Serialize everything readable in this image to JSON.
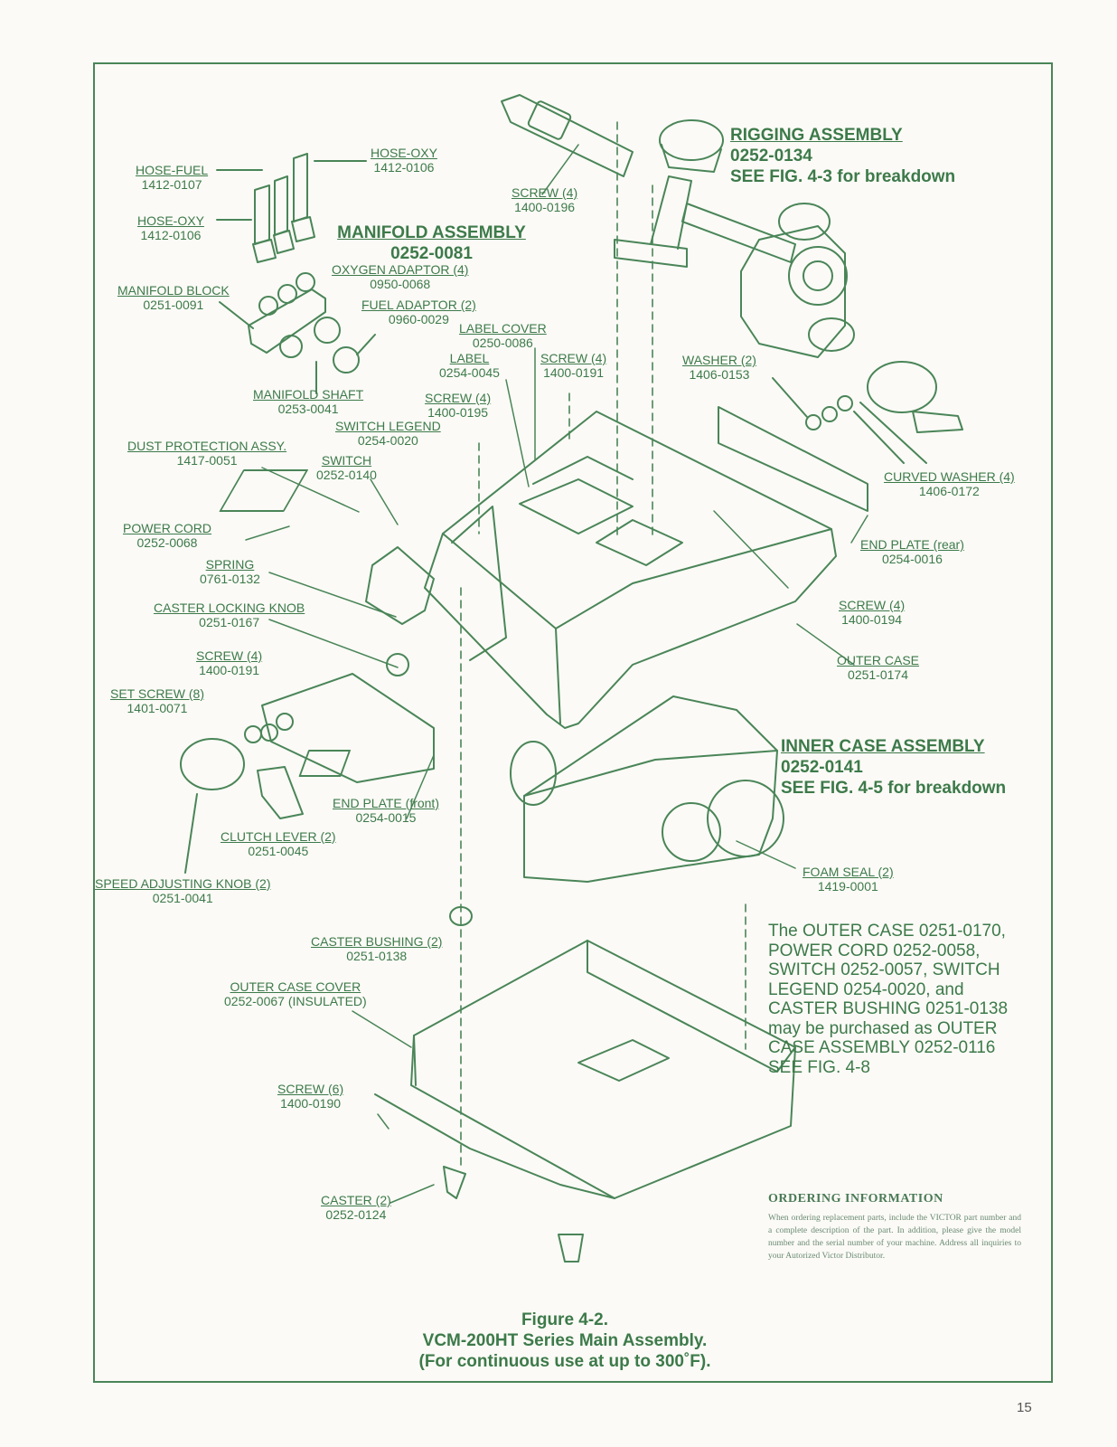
{
  "labels": {
    "hose_fuel": {
      "name": "HOSE-FUEL",
      "code": "1412-0107"
    },
    "hose_oxy_top": {
      "name": "HOSE-OXY",
      "code": "1412-0106"
    },
    "hose_oxy_left": {
      "name": "HOSE-OXY",
      "code": "1412-0106"
    },
    "manifold_block": {
      "name": "MANIFOLD BLOCK",
      "code": "0251-0091"
    },
    "oxygen_adaptor": {
      "name": "OXYGEN ADAPTOR (4)",
      "code": "0950-0068"
    },
    "fuel_adaptor": {
      "name": "FUEL ADAPTOR (2)",
      "code": "0960-0029"
    },
    "manifold_shaft": {
      "name": "MANIFOLD SHAFT",
      "code": "0253-0041"
    },
    "label_cover": {
      "name": "LABEL COVER",
      "code": "0250-0086"
    },
    "label": {
      "name": "LABEL",
      "code": "0254-0045"
    },
    "screw_top_mid": {
      "name": "SCREW (4)",
      "code": "1400-0191"
    },
    "screw_top_rig": {
      "name": "SCREW (4)",
      "code": "1400-0196"
    },
    "screw_195": {
      "name": "SCREW (4)",
      "code": "1400-0195"
    },
    "switch_legend": {
      "name": "SWITCH LEGEND",
      "code": "0254-0020"
    },
    "dust_protection": {
      "name": "DUST PROTECTION ASSY.",
      "code": "1417-0051"
    },
    "switch": {
      "name": "SWITCH",
      "code": "0252-0140"
    },
    "power_cord": {
      "name": "POWER CORD",
      "code": "0252-0068"
    },
    "spring": {
      "name": "SPRING",
      "code": "0761-0132"
    },
    "caster_locking_knob": {
      "name": "CASTER LOCKING KNOB",
      "code": "0251-0167"
    },
    "screw_left": {
      "name": "SCREW (4)",
      "code": "1400-0191"
    },
    "set_screw": {
      "name": "SET SCREW (8)",
      "code": "1401-0071"
    },
    "end_plate_front": {
      "name": "END PLATE (front)",
      "code": "0254-0015"
    },
    "clutch_lever": {
      "name": "CLUTCH LEVER (2)",
      "code": "0251-0045"
    },
    "speed_knob": {
      "name": "SPEED ADJUSTING KNOB (2)",
      "code": "0251-0041"
    },
    "washer": {
      "name": "WASHER (2)",
      "code": "1406-0153"
    },
    "curved_washer": {
      "name": "CURVED WASHER (4)",
      "code": "1406-0172"
    },
    "end_plate_rear": {
      "name": "END PLATE (rear)",
      "code": "0254-0016"
    },
    "screw_194": {
      "name": "SCREW (4)",
      "code": "1400-0194"
    },
    "outer_case": {
      "name": "OUTER CASE",
      "code": "0251-0174"
    },
    "foam_seal": {
      "name": "FOAM SEAL (2)",
      "code": "1419-0001"
    },
    "caster_bushing": {
      "name": "CASTER BUSHING (2)",
      "code": "0251-0138"
    },
    "outer_case_cover": {
      "name": "OUTER CASE COVER",
      "code": "0252-0067 (INSULATED)"
    },
    "screw_190": {
      "name": "SCREW (6)",
      "code": "1400-0190"
    },
    "caster": {
      "name": "CASTER (2)",
      "code": "0252-0124"
    }
  },
  "assemblies": {
    "manifold": {
      "title": "MANIFOLD ASSEMBLY",
      "code": "0252-0081"
    },
    "rigging": {
      "title": "RIGGING ASSEMBLY",
      "code": "0252-0134",
      "ref": "SEE FIG. 4-3 for breakdown"
    },
    "inner_case": {
      "title": "INNER CASE ASSEMBLY",
      "code": "0252-0141",
      "ref": "SEE FIG. 4-5 for breakdown"
    }
  },
  "note": {
    "l1": "The OUTER CASE 0251-0170,",
    "l2": "POWER CORD 0252-0058,",
    "l3": "SWITCH 0252-0057, SWITCH",
    "l4": "LEGEND 0254-0020, and",
    "l5": "CASTER BUSHING 0251-0138",
    "l6": "may be purchased as OUTER",
    "l7": "CASE ASSEMBLY 0252-0116",
    "l8": "SEE FIG. 4-8"
  },
  "ordering": {
    "heading": "ORDERING INFORMATION",
    "body": "When ordering replacement parts, include the VICTOR part number and a complete description of the part. In addition, please give the model number and the serial number of your machine. Address all inquiries to your Autorized Victor Distributor."
  },
  "caption": {
    "l1": "Figure 4-2.",
    "l2": "VCM-200HT Series Main Assembly.",
    "l3": "(For continuous use at up to 300˚F)."
  },
  "page_number": "15"
}
